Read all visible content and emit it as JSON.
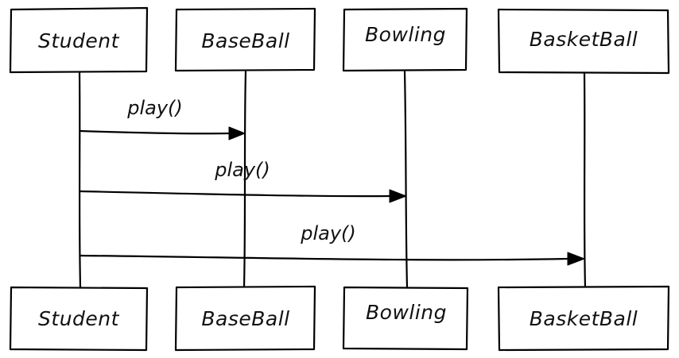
{
  "participants": [
    {
      "id": "student",
      "label": "Student"
    },
    {
      "id": "baseball",
      "label": "BaseBall"
    },
    {
      "id": "bowling",
      "label": "Bowling"
    },
    {
      "id": "basketball",
      "label": "BasketBall"
    }
  ],
  "messages": [
    {
      "from": "student",
      "to": "baseball",
      "label": "play()"
    },
    {
      "from": "student",
      "to": "bowling",
      "label": "play()"
    },
    {
      "from": "student",
      "to": "basketball",
      "label": "play()"
    }
  ]
}
